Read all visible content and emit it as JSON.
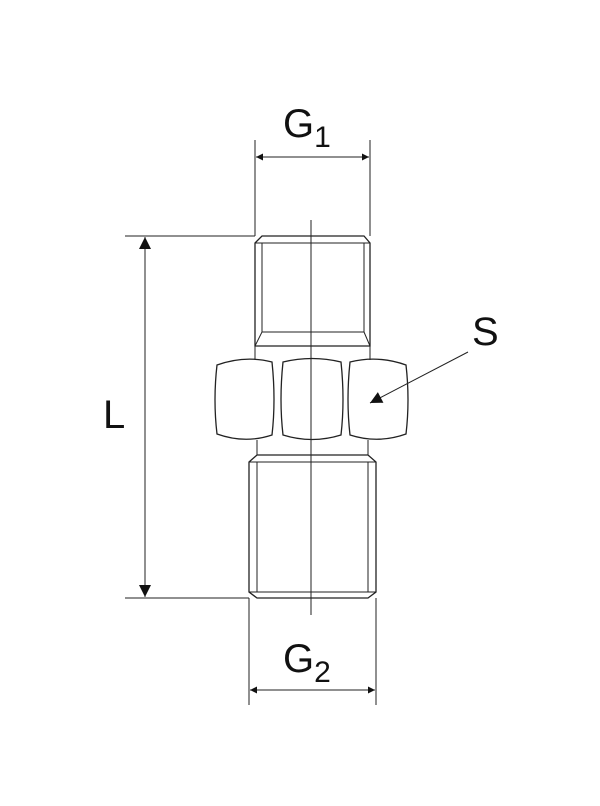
{
  "labels": {
    "g1": "G",
    "g1_sub": "1",
    "g2": "G",
    "g2_sub": "2",
    "length": "L",
    "spanner": "S"
  }
}
